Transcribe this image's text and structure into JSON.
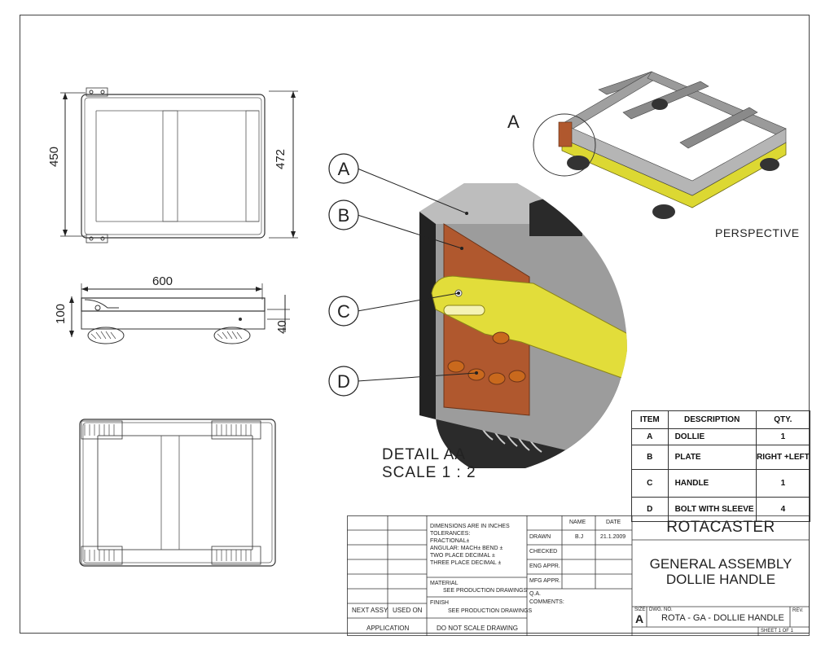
{
  "views": {
    "top_dims": {
      "height_inner": "450",
      "height_outer": "472"
    },
    "side_dims": {
      "width": "600",
      "height": "100",
      "wheel": "40"
    },
    "detail": {
      "title": "DETAIL AA",
      "scale": "SCALE 1 : 2",
      "callouts": [
        "A",
        "B",
        "C",
        "D"
      ]
    },
    "perspective": {
      "label": "PERSPECTIVE",
      "callout": "A"
    }
  },
  "bom": {
    "headers": [
      "ITEM",
      "DESCRIPTION",
      "QTY."
    ],
    "rows": [
      {
        "item": "A",
        "description": "DOLLIE",
        "qty": "1"
      },
      {
        "item": "B",
        "description": "PLATE",
        "qty": "RIGHT +LEFT"
      },
      {
        "item": "C",
        "description": "HANDLE",
        "qty": "1"
      },
      {
        "item": "D",
        "description": "BOLT WITH SLEEVE",
        "qty": "4"
      }
    ]
  },
  "title_block": {
    "company": "ROTACASTER",
    "title_line1": "GENERAL ASSEMBLY",
    "title_line2": "DOLLIE HANDLE",
    "dims_note": "DIMENSIONS ARE IN INCHES",
    "tolerances": "TOLERANCES:",
    "fractional": "FRACTIONAL±",
    "angular": "ANGULAR: MACH±    BEND ±",
    "two_place": "TWO PLACE DECIMAL    ±",
    "three_place": "THREE PLACE DECIMAL  ±",
    "material_label": "MATERIAL",
    "material_value": "SEE PRODUCTION DRAWINGS",
    "finish_label": "FINISH",
    "finish_value": "SEE PRODUCTION DRAWINGS",
    "do_not_scale": "DO NOT SCALE DRAWING",
    "next_assy": "NEXT ASSY",
    "used_on": "USED ON",
    "application": "APPLICATION",
    "name_header": "NAME",
    "date_header": "DATE",
    "drawn": "DRAWN",
    "drawn_name": "B.J",
    "drawn_date": "21.1.2009",
    "checked": "CHECKED",
    "eng_appr": "ENG APPR.",
    "mfg_appr": "MFG APPR.",
    "qa": "Q.A.",
    "comments": "COMMENTS:",
    "size_label": "SIZE",
    "size": "A",
    "dwg_no_label": "DWG.  NO.",
    "dwg_no": "ROTA - GA - DOLLIE HANDLE",
    "rev": "REV.",
    "sheet": "SHEET 1 OF 1"
  }
}
